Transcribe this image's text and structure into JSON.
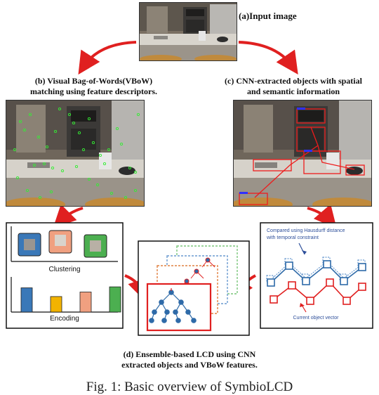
{
  "labels": {
    "a": "(a)Input image",
    "b_line1": "(b) Visual Bag-of-Words(VBoW)",
    "b_line2": "matching using feature descriptors.",
    "c_line1": "(c) CNN-extracted objects with spatial",
    "c_line2": "and semantic information",
    "clustering": "Clustering",
    "encoding": "Encoding",
    "hausdorff_line1": "Compared using Hausdurff distance",
    "hausdorff_line2": "with temporal constraint",
    "current_vector": "Current object vector",
    "d_line1": "(d) Ensemble-based LCD using CNN",
    "d_line2": "extracted objects and VBoW features.",
    "figure_caption": "Fig. 1: Basic overview of SymbioLCD"
  },
  "colors": {
    "arrow_red": "#e02020",
    "histogram": [
      "#3a78b8",
      "#f2b300",
      "#f0a080",
      "#4caf50"
    ],
    "graph_blue": "#2e6aa8",
    "graph_red": "#e02020"
  },
  "histogram_values": [
    0.75,
    0.48,
    0.62,
    0.78
  ]
}
